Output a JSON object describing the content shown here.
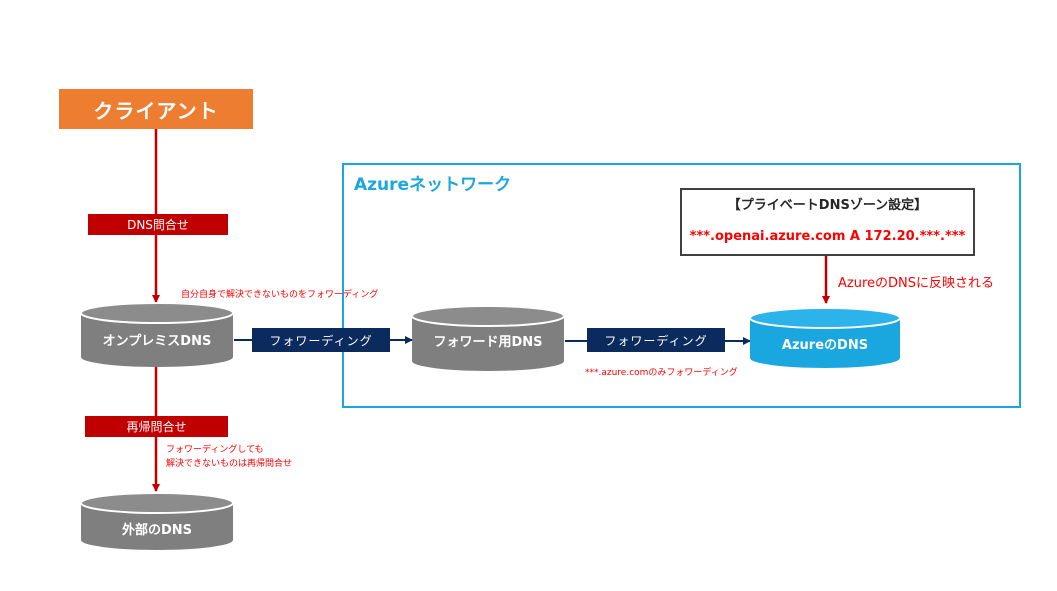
{
  "client": {
    "label": "クライアント"
  },
  "azure_network": {
    "title": "Azureネットワーク"
  },
  "private_dns_zone": {
    "title": "【プライベートDNSゾーン設定】",
    "record": "***.openai.azure.com A 172.20.***.***"
  },
  "nodes": {
    "onprem_dns": "オンプレミスDNS",
    "forward_dns": "フォワード用DNS",
    "azure_dns": "AzureのDNS",
    "external_dns": "外部のDNS"
  },
  "labels": {
    "dns_query": "DNS問合せ",
    "forwarding_1": "フォワーディング",
    "forwarding_2": "フォワーディング",
    "recursive_query": "再帰問合せ"
  },
  "notes": {
    "onprem_forward": "自分自身で解決できないものをフォワーディング",
    "azure_only": "***.azure.comのみフォワーディング",
    "reflected": "AzureのDNSに反映される",
    "recursive_line1": "フォワーディングしても",
    "recursive_line2": "解決できないものは再帰問合せ"
  },
  "colors": {
    "client": "#ED7D31",
    "azure": "#1AA7E0",
    "cylinder_gray": "#7F7F7F",
    "red_label": "#C00000",
    "navy_label": "#0B2A5E",
    "note_red": "#FF0000"
  }
}
